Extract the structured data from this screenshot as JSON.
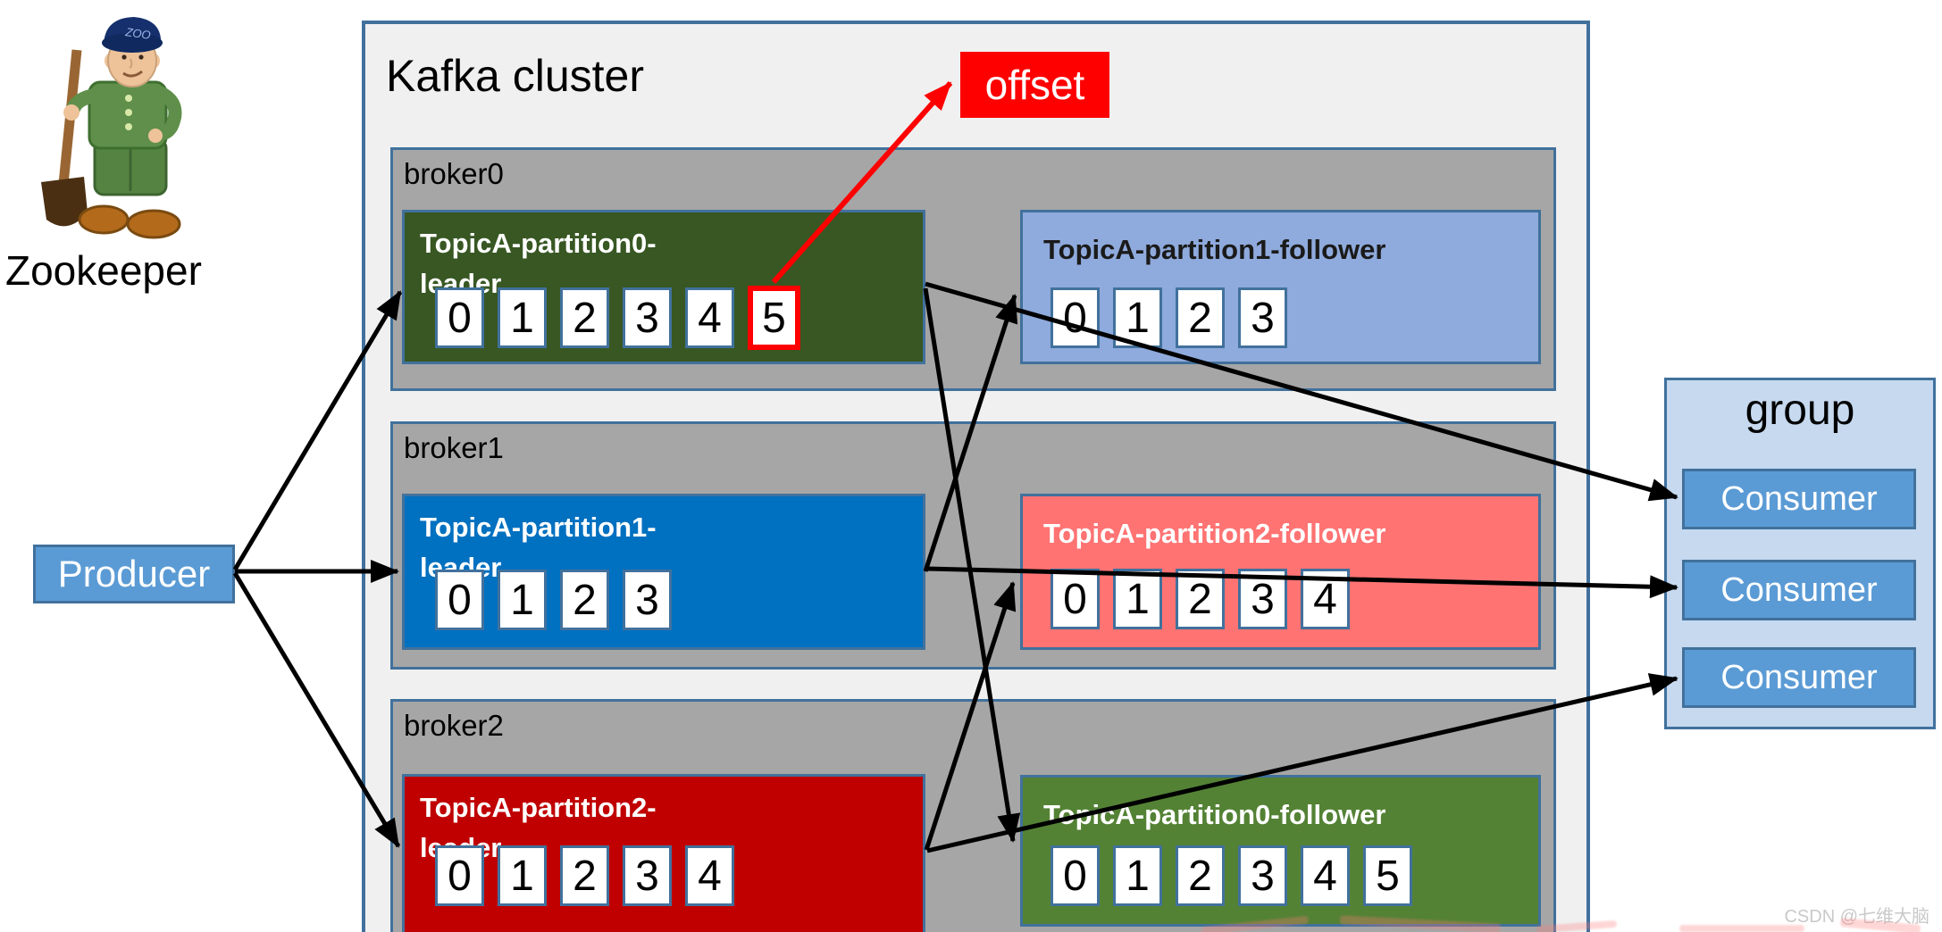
{
  "zookeeper": {
    "label": "Zookeeper"
  },
  "producer": {
    "label": "Producer"
  },
  "cluster": {
    "title": "Kafka cluster",
    "offset_label": "offset",
    "brokers": [
      {
        "name": "broker0",
        "leader": {
          "title_line1": "TopicA-partition0-",
          "title_line2": "leader",
          "cells": [
            "0",
            "1",
            "2",
            "3",
            "4",
            "5"
          ],
          "highlight_index": 5
        },
        "follower": {
          "title": "TopicA-partition1-follower",
          "cells": [
            "0",
            "1",
            "2",
            "3"
          ]
        }
      },
      {
        "name": "broker1",
        "leader": {
          "title_line1": "TopicA-partition1-",
          "title_line2": "leader",
          "cells": [
            "0",
            "1",
            "2",
            "3"
          ]
        },
        "follower": {
          "title": "TopicA-partition2-follower",
          "cells": [
            "0",
            "1",
            "2",
            "3",
            "4"
          ]
        }
      },
      {
        "name": "broker2",
        "leader": {
          "title_line1": "TopicA-partition2-",
          "title_line2": "leader",
          "cells": [
            "0",
            "1",
            "2",
            "3",
            "4"
          ]
        },
        "follower": {
          "title": "TopicA-partition0-follower",
          "cells": [
            "0",
            "1",
            "2",
            "3",
            "4",
            "5"
          ]
        }
      }
    ]
  },
  "group": {
    "title": "group",
    "consumers": [
      "Consumer",
      "Consumer",
      "Consumer"
    ]
  },
  "watermark": "CSDN @七维大脑",
  "colors": {
    "box_border": "#41719c",
    "broker_bg": "#a6a6a6",
    "cluster_bg": "#f0f0f0",
    "partition0_leader_bg": "#385723",
    "partition1_leader_bg": "#0070c0",
    "partition2_leader_bg": "#c00000",
    "partition1_follower_bg": "#8faadc",
    "partition2_follower_bg": "#ff7373",
    "partition0_follower_bg": "#548235",
    "producer_consumer_bg": "#5b9bd5",
    "group_bg": "#c6d9ef",
    "offset_red": "#ff0000",
    "arrow_black": "#000000"
  }
}
